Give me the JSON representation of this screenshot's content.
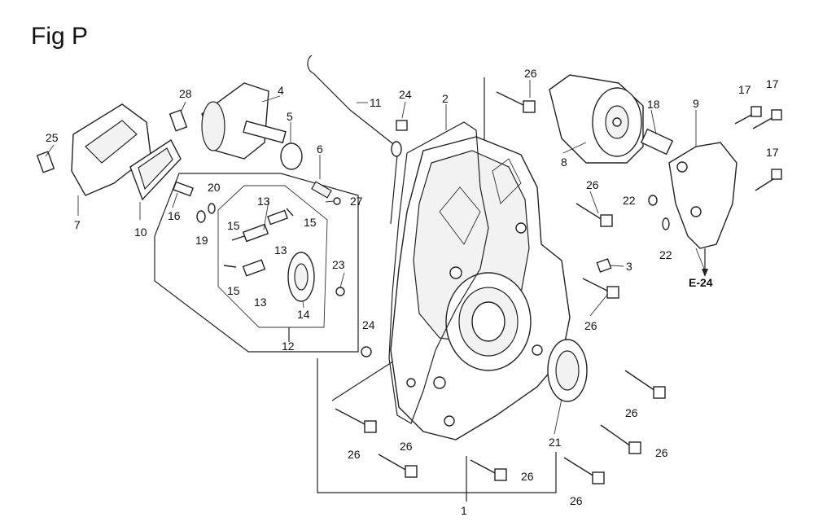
{
  "figure": {
    "title": "Fig P",
    "reference": "E-24"
  },
  "callouts": [
    {
      "id": "c1",
      "text": "1"
    },
    {
      "id": "c2",
      "text": "2"
    },
    {
      "id": "c3",
      "text": "3"
    },
    {
      "id": "c4",
      "text": "4"
    },
    {
      "id": "c5",
      "text": "5"
    },
    {
      "id": "c6",
      "text": "6"
    },
    {
      "id": "c7",
      "text": "7"
    },
    {
      "id": "c8",
      "text": "8"
    },
    {
      "id": "c9",
      "text": "9"
    },
    {
      "id": "c10",
      "text": "10"
    },
    {
      "id": "c11",
      "text": "11"
    },
    {
      "id": "c12",
      "text": "12"
    },
    {
      "id": "c13a",
      "text": "13"
    },
    {
      "id": "c13b",
      "text": "13"
    },
    {
      "id": "c13c",
      "text": "13"
    },
    {
      "id": "c14",
      "text": "14"
    },
    {
      "id": "c15a",
      "text": "15"
    },
    {
      "id": "c15b",
      "text": "15"
    },
    {
      "id": "c15c",
      "text": "15"
    },
    {
      "id": "c16",
      "text": "16"
    },
    {
      "id": "c17a",
      "text": "17"
    },
    {
      "id": "c17b",
      "text": "17"
    },
    {
      "id": "c17c",
      "text": "17"
    },
    {
      "id": "c18",
      "text": "18"
    },
    {
      "id": "c19",
      "text": "19"
    },
    {
      "id": "c20",
      "text": "20"
    },
    {
      "id": "c21",
      "text": "21"
    },
    {
      "id": "c22a",
      "text": "22"
    },
    {
      "id": "c22b",
      "text": "22"
    },
    {
      "id": "c23",
      "text": "23"
    },
    {
      "id": "c24a",
      "text": "24"
    },
    {
      "id": "c24b",
      "text": "24"
    },
    {
      "id": "c25",
      "text": "25"
    },
    {
      "id": "c26a",
      "text": "26"
    },
    {
      "id": "c26b",
      "text": "26"
    },
    {
      "id": "c26c",
      "text": "26"
    },
    {
      "id": "c26d",
      "text": "26"
    },
    {
      "id": "c26e",
      "text": "26"
    },
    {
      "id": "c26f",
      "text": "26"
    },
    {
      "id": "c26g",
      "text": "26"
    },
    {
      "id": "c26h",
      "text": "26"
    },
    {
      "id": "c26i",
      "text": "26"
    },
    {
      "id": "c27",
      "text": "27"
    },
    {
      "id": "c28",
      "text": "28"
    }
  ]
}
